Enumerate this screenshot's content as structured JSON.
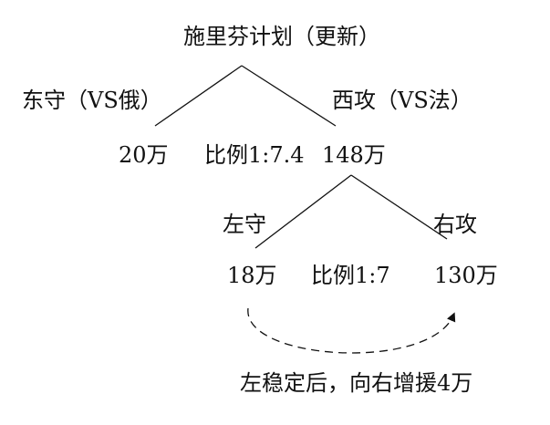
{
  "root": {
    "title": "施里芬计划（更新）"
  },
  "level1": {
    "left_label": "东守（VS俄）",
    "right_label": "西攻（VS法）",
    "left_value": "20万",
    "right_value": "148万",
    "ratio": "比例1:7.4"
  },
  "level2": {
    "left_label": "左守",
    "right_label": "右攻",
    "left_value": "18万",
    "right_value": "130万",
    "ratio": "比例1:7"
  },
  "note": {
    "text": "左稳定后，向右增援4万"
  }
}
